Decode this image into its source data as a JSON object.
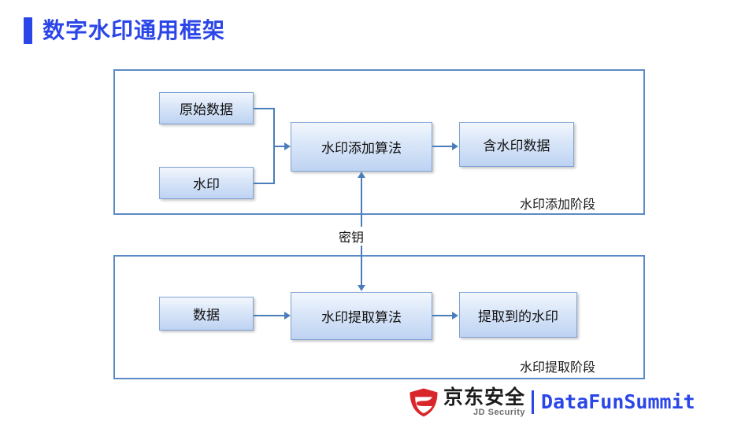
{
  "slide": {
    "title": "数字水印通用框架",
    "title_color": "#2B46E8"
  },
  "diagram": {
    "stage_add": {
      "label": "水印添加阶段",
      "nodes": {
        "source": "原始数据",
        "watermark": "水印",
        "embed_algorithm": "水印添加算法",
        "marked_data": "含水印数据"
      }
    },
    "stage_extract": {
      "label": "水印提取阶段",
      "nodes": {
        "data": "数据",
        "extract_algorithm": "水印提取算法",
        "extracted_watermark": "提取到的水印"
      }
    },
    "key_label": "密钥",
    "node_fill": "#C8DAF4",
    "node_border": "#7FA3D4",
    "connector_color": "#4A7EBB",
    "frame_border": "#5B8AC8"
  },
  "footer": {
    "brand_cn": "京东安全",
    "brand_en": "JD Security",
    "event": "DataFunSummit",
    "shield_color": "#D9262B",
    "event_color": "#2B46E8"
  }
}
